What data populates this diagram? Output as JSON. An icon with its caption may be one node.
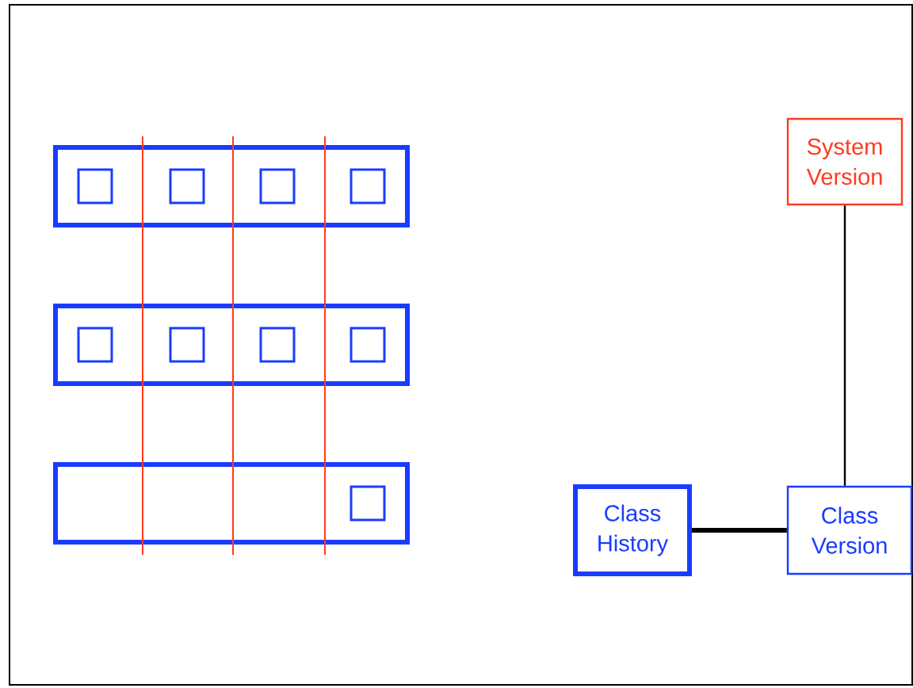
{
  "diagram": {
    "nodes": [
      {
        "text": [],
        "shape": "bar"
      },
      {
        "text": [],
        "shape": "box",
        "in": 0
      },
      {
        "text": [],
        "shape": "box",
        "in": 0
      },
      {
        "text": [],
        "shape": "box",
        "in": 0
      },
      {
        "text": [],
        "shape": "box",
        "in": 0
      },
      {
        "text": [],
        "shape": "bar"
      },
      {
        "text": [],
        "shape": "box",
        "in": 5
      },
      {
        "text": [],
        "shape": "box",
        "in": 5
      },
      {
        "text": [],
        "shape": "box",
        "in": 5
      },
      {
        "text": [],
        "shape": "box",
        "in": 5
      },
      {
        "text": [],
        "shape": "bar"
      },
      {
        "text": [],
        "shape": "box",
        "in": 10
      },
      {
        "text": [
          "System Version"
        ]
      },
      {
        "text": [
          "Class History"
        ]
      },
      {
        "text": [
          "Class Version"
        ]
      }
    ],
    "edges": [
      {
        "from": 12,
        "to": 14,
        "arrow": "none"
      },
      {
        "from": 13,
        "to": 14,
        "arrow": "none",
        "style": "thick"
      }
    ]
  }
}
